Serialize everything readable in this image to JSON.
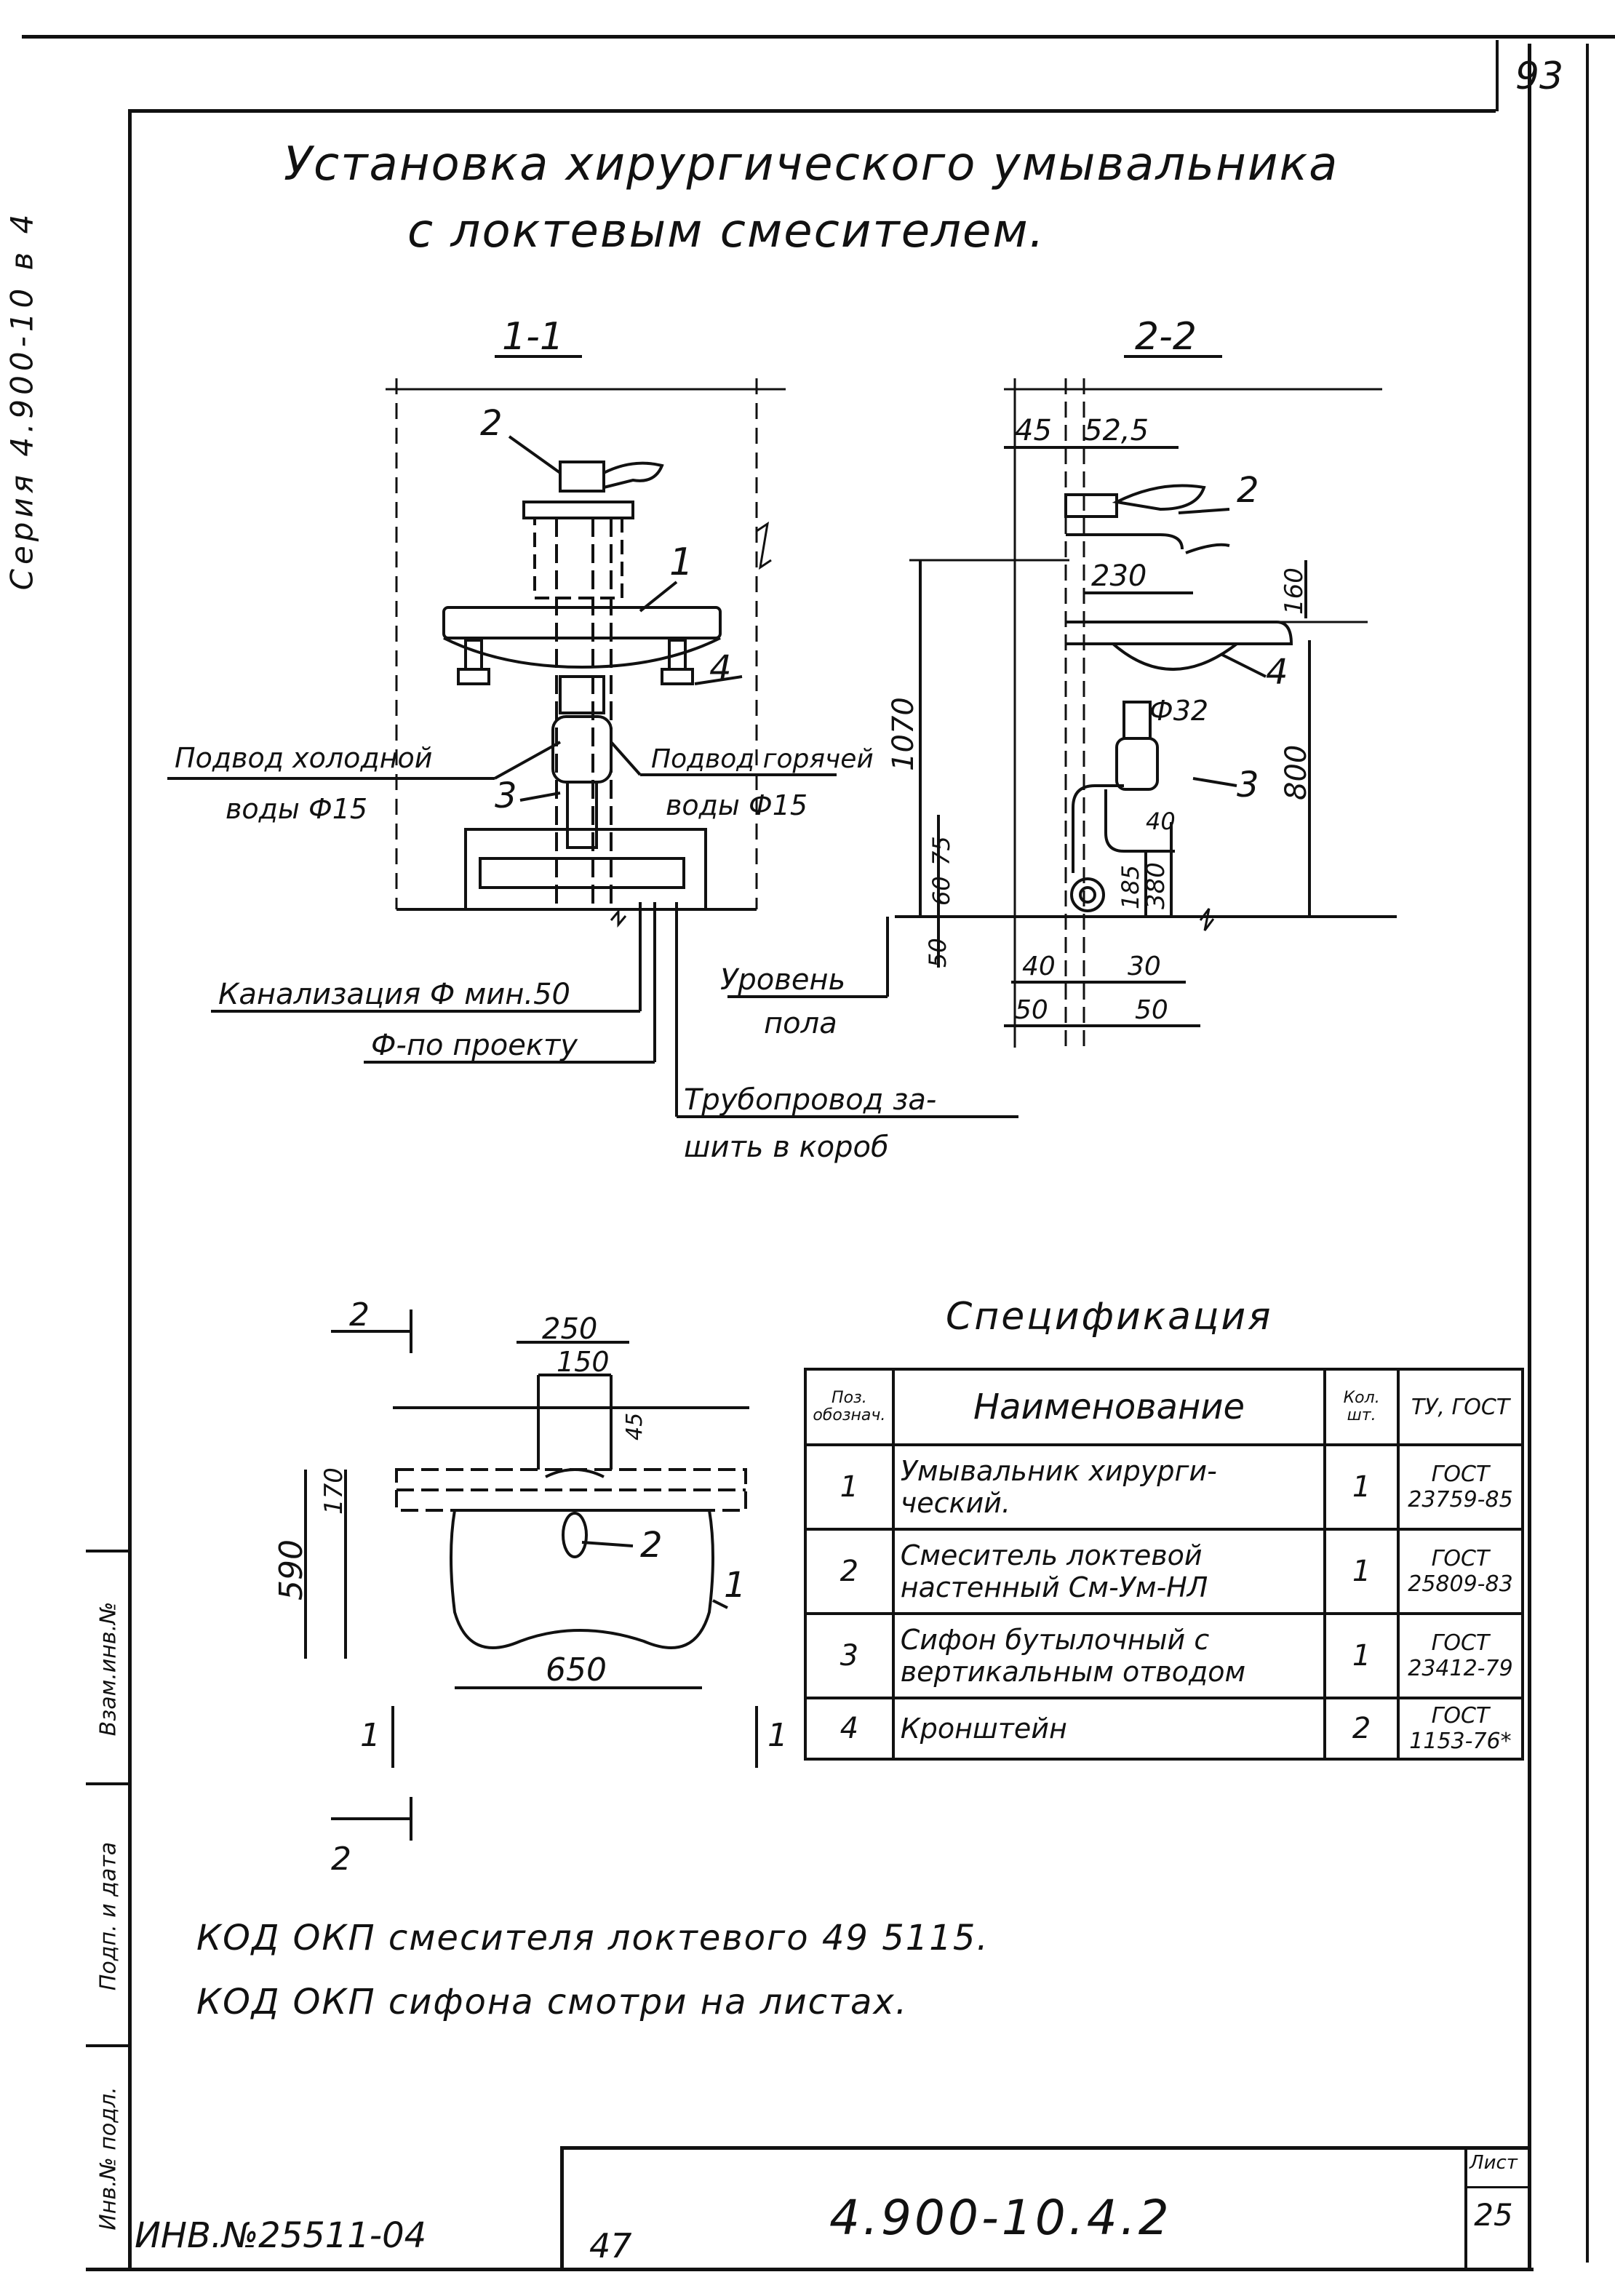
{
  "page_number": "93",
  "series": "Серия 4.900-10 в 4",
  "title": {
    "line1": "Установка хирургического умывальника",
    "line2": "с локтевым смесителем."
  },
  "sections": {
    "s11": "1-1",
    "s22": "2-2"
  },
  "section_1_1": {
    "labels": {
      "cold": "Подвод холодной воды Ф15",
      "cold_l1": "Подвод холодной",
      "cold_l2": "воды Ф15",
      "hot_l1": "Подвод горячей",
      "hot_l2": "воды Ф15",
      "sewer": "Канализация Ф мин.50",
      "by_project": "Ф-по проекту",
      "pipe_l1": "Трубопровод за-",
      "pipe_l2": "шить в короб"
    },
    "leaders": [
      "2",
      "1",
      "4",
      "3"
    ]
  },
  "section_2_2": {
    "dims": {
      "d45": "45",
      "d525": "52,5",
      "d230": "230",
      "d160": "160",
      "d1070": "1070",
      "d800": "800",
      "d32": "Ф32",
      "d40a": "40",
      "d185": "185",
      "d380": "380",
      "d75": "75",
      "d60": "60",
      "d50v": "50",
      "d40b": "40",
      "d30": "30",
      "d50a": "50",
      "d50b": "50"
    },
    "leaders": [
      "2",
      "4",
      "3"
    ],
    "floor_l1": "Уровень",
    "floor_l2": "пола"
  },
  "plan_view": {
    "dims": {
      "d250": "250",
      "d150": "150",
      "d45": "45",
      "d170": "170",
      "d590": "590",
      "d650": "650"
    },
    "leaders": [
      "2",
      "1"
    ],
    "cuts": {
      "top": "2",
      "bottom": "2",
      "left": "1",
      "right": "1"
    }
  },
  "spec": {
    "title": "Спецификация",
    "headers": {
      "pos": "Поз. обознач.",
      "name": "Наименование",
      "qty": "Кол. шт.",
      "gost": "ТУ, ГОСТ"
    },
    "rows": [
      {
        "pos": "1",
        "name": "Умывальник хирурги-ческий.",
        "qty": "1",
        "gost": "ГОСТ 23759-85"
      },
      {
        "pos": "2",
        "name": "Смеситель локтевой настенный См-Ум-НЛ",
        "qty": "1",
        "gost": "ГОСТ 25809-83"
      },
      {
        "pos": "3",
        "name": "Сифон бутылочный с вертикальным отводом",
        "qty": "1",
        "gost": "ГОСТ 23412-79"
      },
      {
        "pos": "4",
        "name": "Кронштейн",
        "qty": "2",
        "gost": "ГОСТ 1153-76*"
      }
    ]
  },
  "notes": [
    "КОД ОКП смесителя локтевого 49 5115.",
    "КОД ОКП сифона смотри на листах."
  ],
  "side_strip": [
    "Взам.инв.№",
    "Подп. и дата",
    "Инв.№ подл."
  ],
  "footer": {
    "inv": "ИНВ.№25511-04",
    "n": "47",
    "code": "4.900-10.4.2",
    "sheet_label": "Лист",
    "sheet_no": "25"
  }
}
